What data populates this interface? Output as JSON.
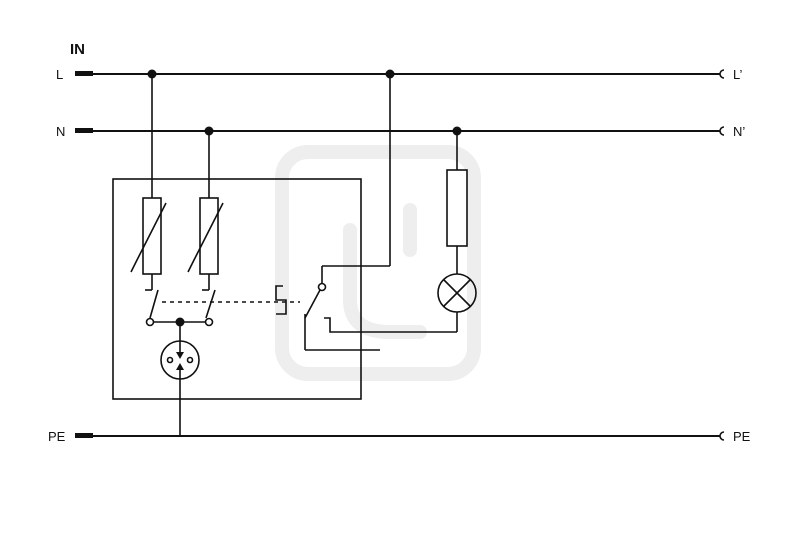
{
  "title": "IN",
  "inputs": {
    "line": "L",
    "neutral": "N",
    "earth": "PE"
  },
  "outputs": {
    "line": "L’",
    "neutral": "N’",
    "earth": "PE"
  },
  "components": {
    "protection_elements": 2,
    "socket": "socket-outlet with earth contact",
    "indicator": "lamp",
    "lamp_resistor": "resistor"
  },
  "colors": {
    "lines": "#111111",
    "background": "#ffffff",
    "watermark": "#eeeeee"
  }
}
